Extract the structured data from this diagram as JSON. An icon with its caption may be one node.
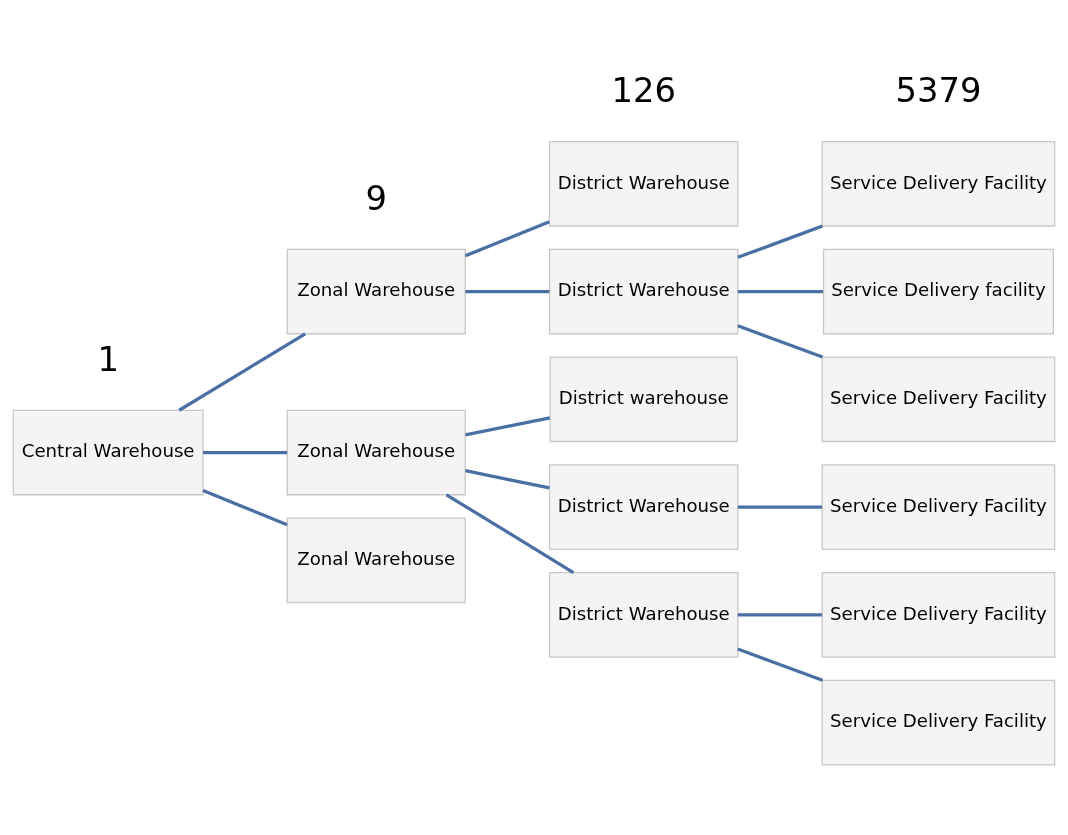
{
  "diagram": {
    "nodes": [
      {
        "text": [
          "Central Warehouse"
        ]
      },
      {
        "text": [
          "Zonal Warehouse"
        ]
      },
      {
        "text": [
          "Zonal Warehouse"
        ]
      },
      {
        "text": [
          "Zonal Warehouse"
        ]
      },
      {
        "text": [
          "District Warehouse"
        ]
      },
      {
        "text": [
          "District Warehouse"
        ]
      },
      {
        "text": [
          "District warehouse"
        ]
      },
      {
        "text": [
          "District Warehouse"
        ]
      },
      {
        "text": [
          "District Warehouse"
        ]
      },
      {
        "text": [
          "Service Delivery Facility"
        ]
      },
      {
        "text": [
          "Service Delivery facility"
        ]
      },
      {
        "text": [
          "Service Delivery Facility"
        ]
      },
      {
        "text": [
          "Service Delivery Facility"
        ]
      },
      {
        "text": [
          "Service Delivery Facility"
        ]
      },
      {
        "text": [
          "Service Delivery Facility"
        ]
      }
    ],
    "edges": [
      {
        "from": 0,
        "to": 1,
        "arrow": "none"
      },
      {
        "from": 0,
        "to": 2,
        "arrow": "none"
      },
      {
        "from": 0,
        "to": 3,
        "arrow": "none"
      },
      {
        "from": 1,
        "to": 4,
        "arrow": "none"
      },
      {
        "from": 1,
        "to": 5,
        "arrow": "none"
      },
      {
        "from": 2,
        "to": 6,
        "arrow": "none"
      },
      {
        "from": 2,
        "to": 7,
        "arrow": "none"
      },
      {
        "from": 2,
        "to": 8,
        "arrow": "none"
      },
      {
        "from": 5,
        "to": 9,
        "arrow": "none"
      },
      {
        "from": 5,
        "to": 10,
        "arrow": "none"
      },
      {
        "from": 5,
        "to": 11,
        "arrow": "none"
      },
      {
        "from": 7,
        "to": 12,
        "arrow": "none"
      },
      {
        "from": 8,
        "to": 13,
        "arrow": "none"
      },
      {
        "from": 8,
        "to": 14,
        "arrow": "none"
      }
    ],
    "labels": [
      "1",
      "126",
      "5379",
      "9"
    ]
  }
}
